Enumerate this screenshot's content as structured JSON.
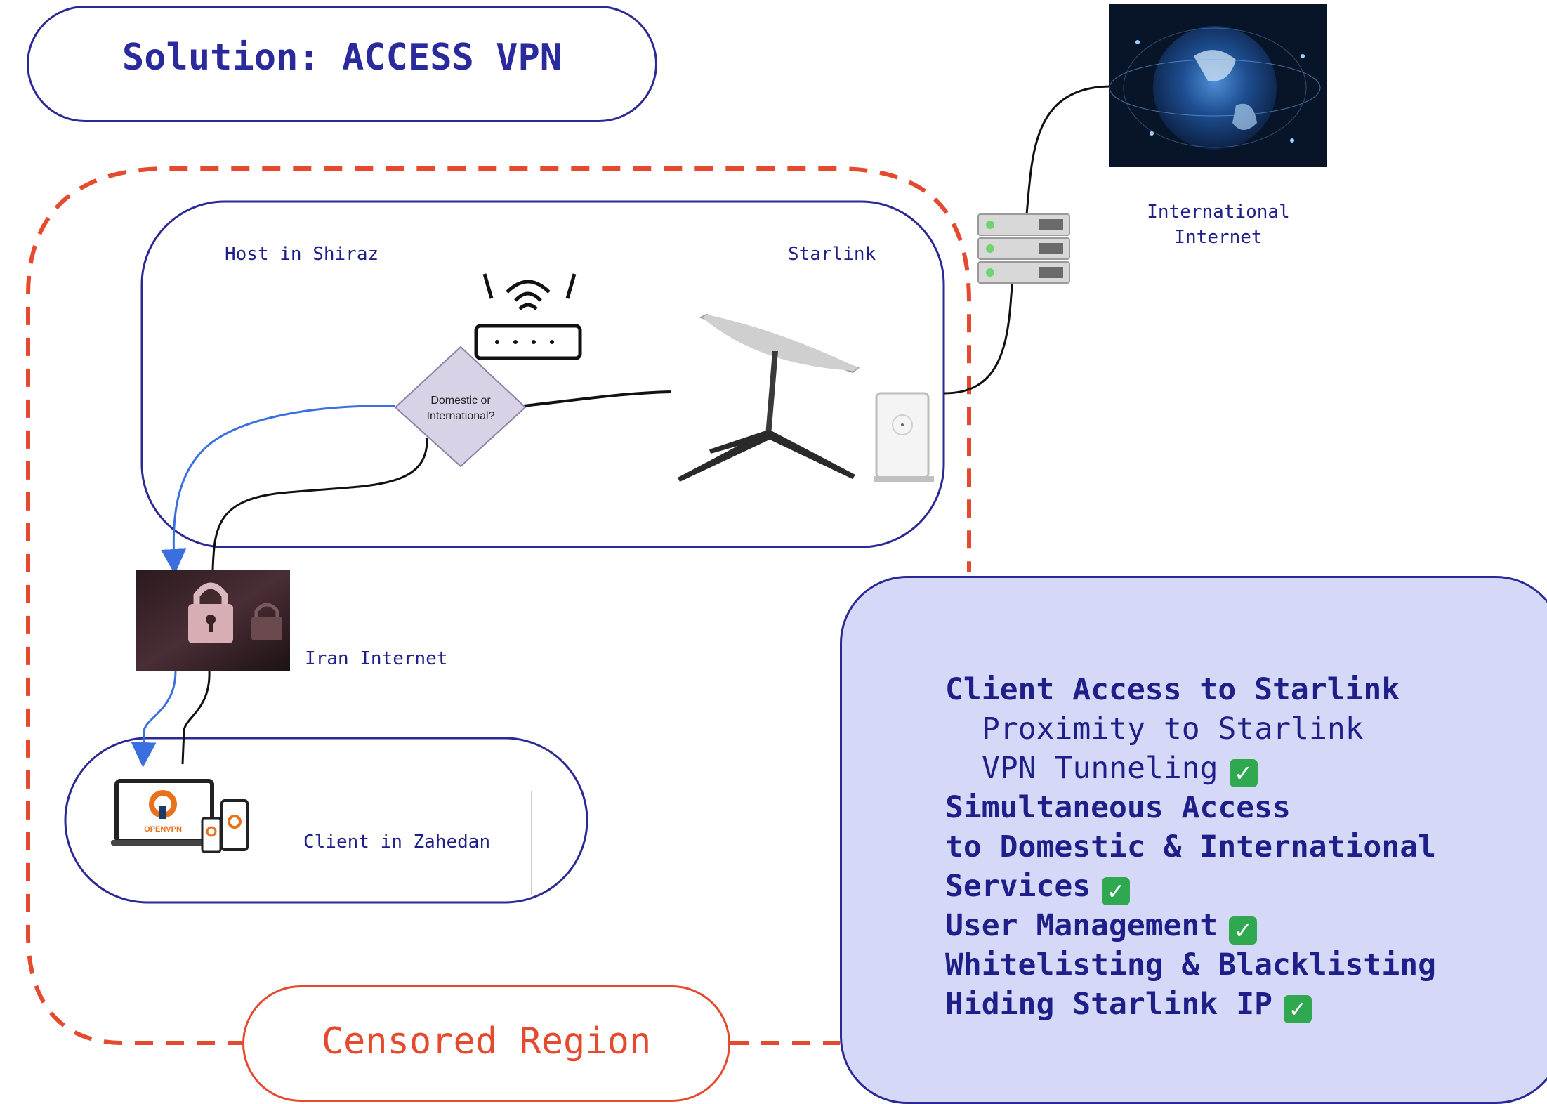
{
  "title": "Solution: ACCESS VPN",
  "labels": {
    "host": "Host in Shiraz",
    "starlink": "Starlink",
    "international_internet": "International Internet",
    "iran_internet": "Iran Internet",
    "client": "Client in Zahedan",
    "router_decision": "Domestic or International?",
    "censored_region": "Censored Region",
    "openvpn_logo": "OPENVPN"
  },
  "features": [
    {
      "text": "Client Access to Starlink",
      "style": "bold",
      "checked": false
    },
    {
      "text": "Proximity to Starlink",
      "style": "sub",
      "checked": false
    },
    {
      "text": "VPN Tunneling",
      "style": "sub",
      "checked": true
    },
    {
      "text": "Simultaneous Access",
      "style": "bold",
      "checked": false
    },
    {
      "text": "to Domestic & International",
      "style": "bold",
      "checked": false
    },
    {
      "text": "Services",
      "style": "bold",
      "checked": true
    },
    {
      "text": "User Management",
      "style": "bold",
      "checked": true
    },
    {
      "text": "Whitelisting & Blacklisting",
      "style": "bold",
      "checked": false
    },
    {
      "text": "Hiding Starlink IP",
      "style": "bold",
      "checked": true
    }
  ],
  "colors": {
    "primary": "#2b2a95",
    "censored": "#e64a2e",
    "feature_bg": "#d5d9f7",
    "blue_path": "#3b6fe0",
    "check": "#2fa84f"
  }
}
